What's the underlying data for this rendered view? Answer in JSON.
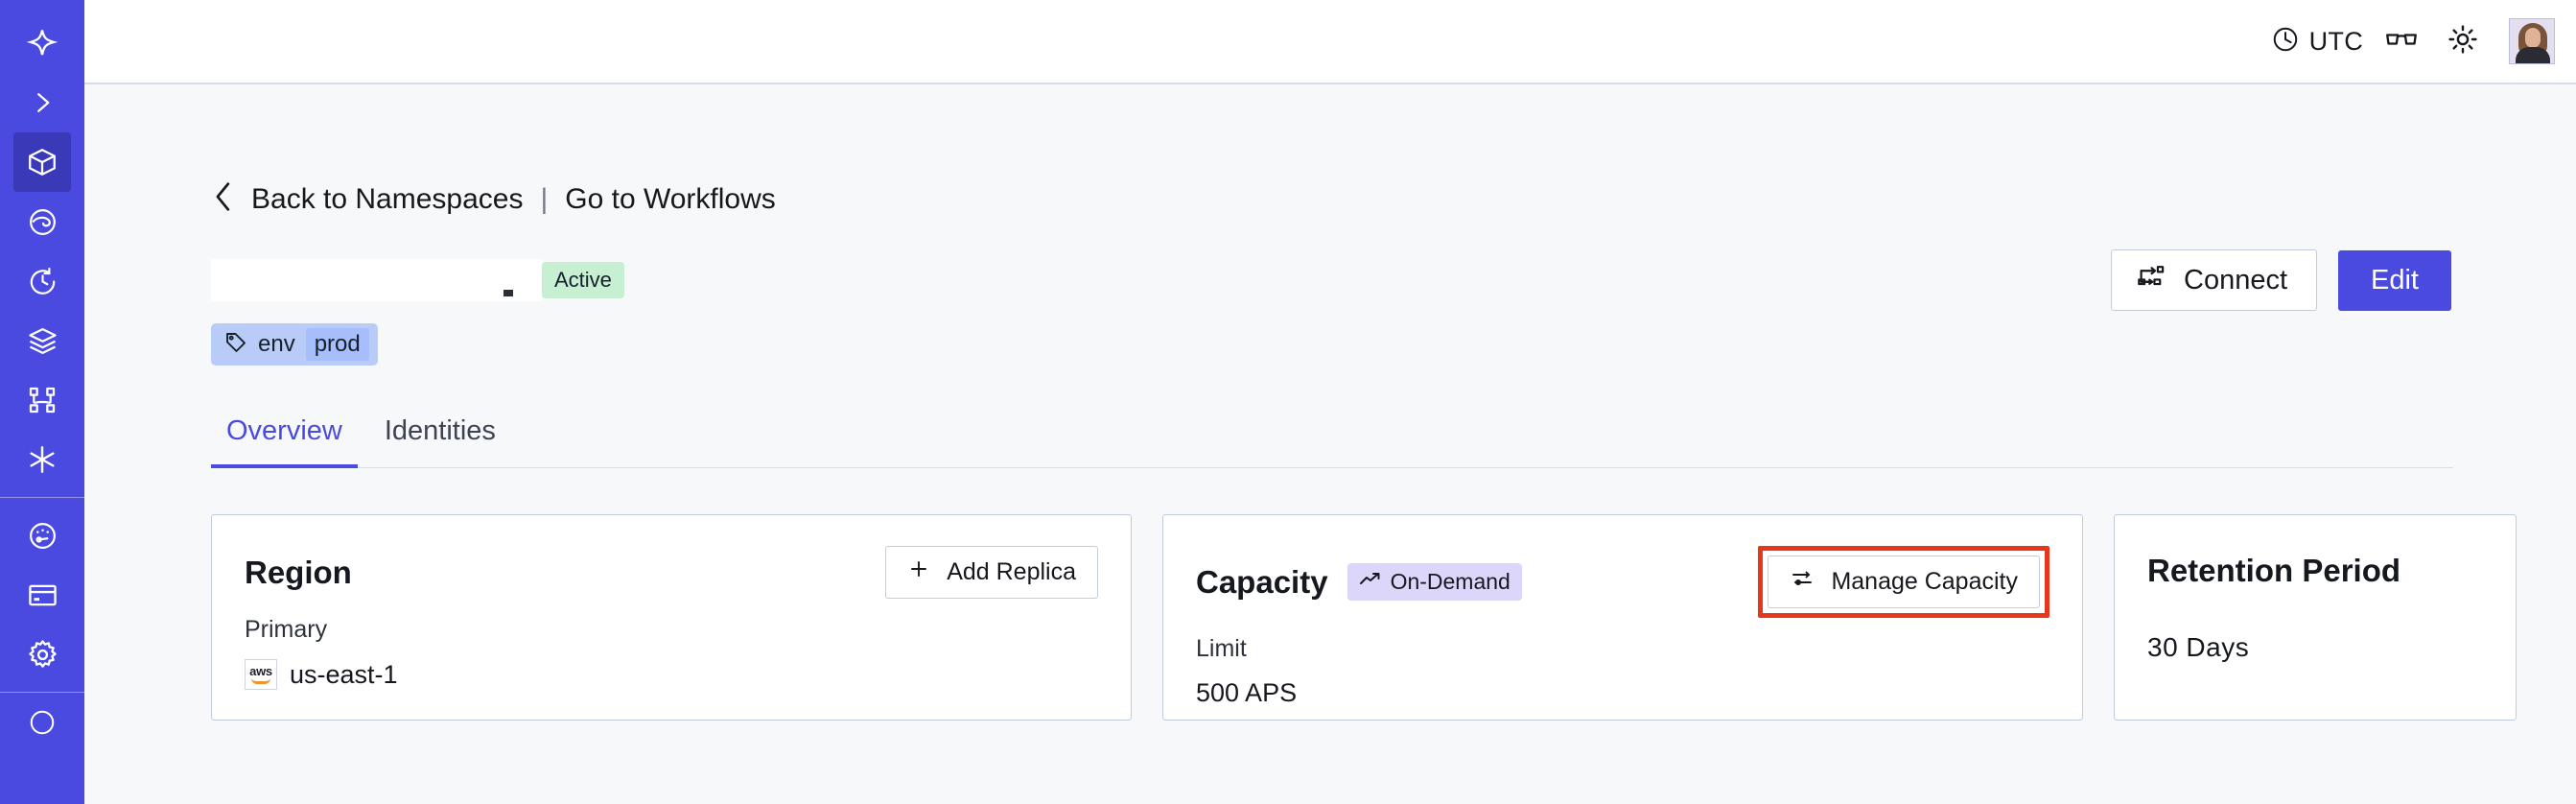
{
  "sidebar": {
    "items": [
      {
        "name": "logo",
        "icon": "temporal-logo-icon",
        "active": false
      },
      {
        "name": "expand",
        "icon": "chevron-right-icon",
        "active": false
      },
      {
        "name": "namespaces",
        "icon": "cube-icon",
        "active": true
      },
      {
        "name": "observe",
        "icon": "eye-icon",
        "active": false
      },
      {
        "name": "history",
        "icon": "history-clock-icon",
        "active": false
      },
      {
        "name": "layers",
        "icon": "layers-icon",
        "active": false
      },
      {
        "name": "workflows",
        "icon": "workflow-graph-icon",
        "active": false
      },
      {
        "name": "nexus",
        "icon": "asterisk-icon",
        "active": false
      },
      {
        "name": "usage",
        "icon": "gauge-icon",
        "active": false
      },
      {
        "name": "billing",
        "icon": "credit-card-icon",
        "active": false
      },
      {
        "name": "settings",
        "icon": "gear-icon",
        "active": false
      }
    ]
  },
  "header": {
    "timezone_label": "UTC",
    "timezone_icon": "clock-icon",
    "glasses_icon": "glasses-icon",
    "theme_icon": "sun-icon",
    "avatar_icon": "user-avatar"
  },
  "breadcrumb": {
    "back_icon": "chevron-left-icon",
    "back_label": "Back to Namespaces",
    "separator": "|",
    "forward_label": "Go to Workflows"
  },
  "title_row": {
    "namespace_name": "",
    "status_badge": "Active",
    "connect_label": "Connect",
    "connect_icon": "connection-flow-icon",
    "edit_label": "Edit"
  },
  "tags": {
    "tag_icon": "tag-icon",
    "key": "env",
    "value": "prod"
  },
  "tabs": [
    {
      "label": "Overview",
      "active": true
    },
    {
      "label": "Identities",
      "active": false
    }
  ],
  "cards": {
    "region": {
      "title": "Region",
      "action_label": "Add Replica",
      "action_icon": "plus-icon",
      "sublabel": "Primary",
      "provider_icon": "aws-logo",
      "provider_word": "aws",
      "value": "us-east-1"
    },
    "capacity": {
      "title": "Capacity",
      "badge_label": "On-Demand",
      "badge_icon": "trending-up-icon",
      "action_label": "Manage Capacity",
      "action_icon": "sliders-icon",
      "sublabel": "Limit",
      "value": "500 APS"
    },
    "retention": {
      "title": "Retention Period",
      "value": "30  Days"
    }
  },
  "colors": {
    "brand_indigo": "#4a4ae0",
    "sidebar_active": "#3a3ab8",
    "page_bg": "#f7f8fa",
    "card_border": "#c3cbde",
    "status_green_bg": "#c7f0d2",
    "badge_lavender_bg": "#ddd6fb",
    "tag_blue_bg": "#b9ccf7",
    "annotation_red": "#e8361c"
  }
}
